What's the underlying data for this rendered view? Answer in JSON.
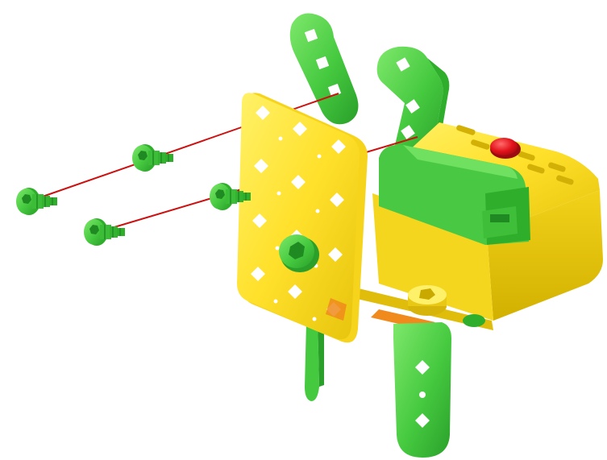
{
  "diagram": {
    "kind": "exploded-assembly-illustration",
    "colors": {
      "yellow": "#ffe23a",
      "yellow_shade": "#e2c10f",
      "yellow_dark": "#c9a800",
      "green": "#52d24b",
      "green_shade": "#2fae2c",
      "green_dark": "#1f8a22",
      "red_button": "#e3131b",
      "guide_line": "#cc1111",
      "orange": "#f08a1c"
    },
    "parts": {
      "screws_loose": 4,
      "screw_installed": 1,
      "nut_installed": 1,
      "guide_lines": 2
    }
  }
}
